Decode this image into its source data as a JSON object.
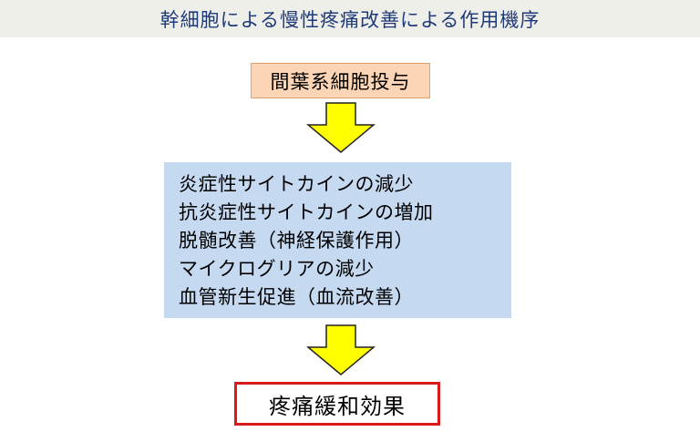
{
  "title": "幹細胞による慢性疼痛改善による作用機序",
  "step": {
    "label": "間葉系細胞投与"
  },
  "mechanisms": [
    "炎症性サイトカインの減少",
    "抗炎症性サイトカインの増加",
    "脱髄改善（神経保護作用）",
    "マイクログリアの減少",
    "血管新生促進（血流改善）"
  ],
  "effect": {
    "label": "疼痛緩和効果"
  },
  "colors": {
    "title_text": "#1f3a7a",
    "title_bg": "#efefe9",
    "step_bg": "#fbd5b5",
    "mechanism_bg": "#c5d9f1",
    "arrow_fill": "#ffff00",
    "effect_border": "#d9191a"
  },
  "icons": [
    "down-arrow-icon",
    "down-arrow-icon"
  ]
}
